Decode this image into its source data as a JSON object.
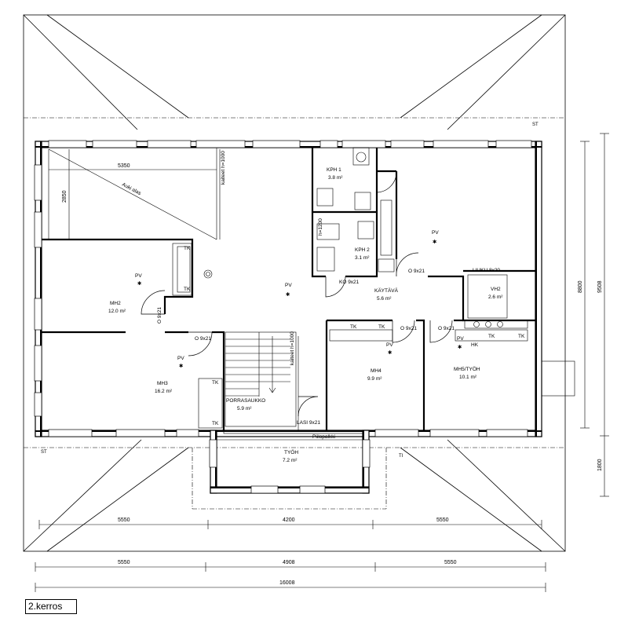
{
  "plan": {
    "floor_label": "2.kerros",
    "rooms": {
      "mh2": {
        "name": "MH2",
        "area": "12.0 m²"
      },
      "mh3": {
        "name": "MH3",
        "area": "16.2 m²"
      },
      "mh4": {
        "name": "MH4",
        "area": "9.9 m²"
      },
      "mh5": {
        "name": "MH5/TYÖH",
        "area": "10.1 m²"
      },
      "kph1": {
        "name": "KPH 1",
        "area": "3.8 m²"
      },
      "kph2": {
        "name": "KPH 2",
        "area": "3.1 m²"
      },
      "kaytava": {
        "name": "KÄYTÄVÄ",
        "area": "5.6 m²"
      },
      "vh2": {
        "name": "VH2",
        "area": "2.6 m²"
      },
      "porrasaukko": {
        "name": "PORRASAUKKO",
        "area": "5.9 m²"
      },
      "tyoh": {
        "name": "TYÖH",
        "area": "7.2 m²"
      }
    },
    "door_labels": {
      "mh2": "O 9x21",
      "mh3": "O 9x21",
      "kaytava": "O 9x21",
      "mh4": "O 9x21",
      "mh5": "O 9x21",
      "ko": "KO 9x21",
      "liuku": "LIUKU 8x20",
      "lasi": "LASI 9x21"
    },
    "marks": {
      "pv": "PV",
      "tk": "TK",
      "hk": "HK",
      "st": "ST",
      "ti": "TI",
      "auki_alas": "Auki alas",
      "kaiteet": "kaiteet h=1000",
      "h1200": "h=1200",
      "piilopalkki": "Piilopalkki"
    },
    "dims": {
      "d5350": "5350",
      "d2850": "2850",
      "d8800": "8800",
      "d9508": "9508",
      "d1800": "1800",
      "d5550": "5550",
      "d4200": "4200",
      "d4908": "4908",
      "d16008": "16008"
    }
  }
}
